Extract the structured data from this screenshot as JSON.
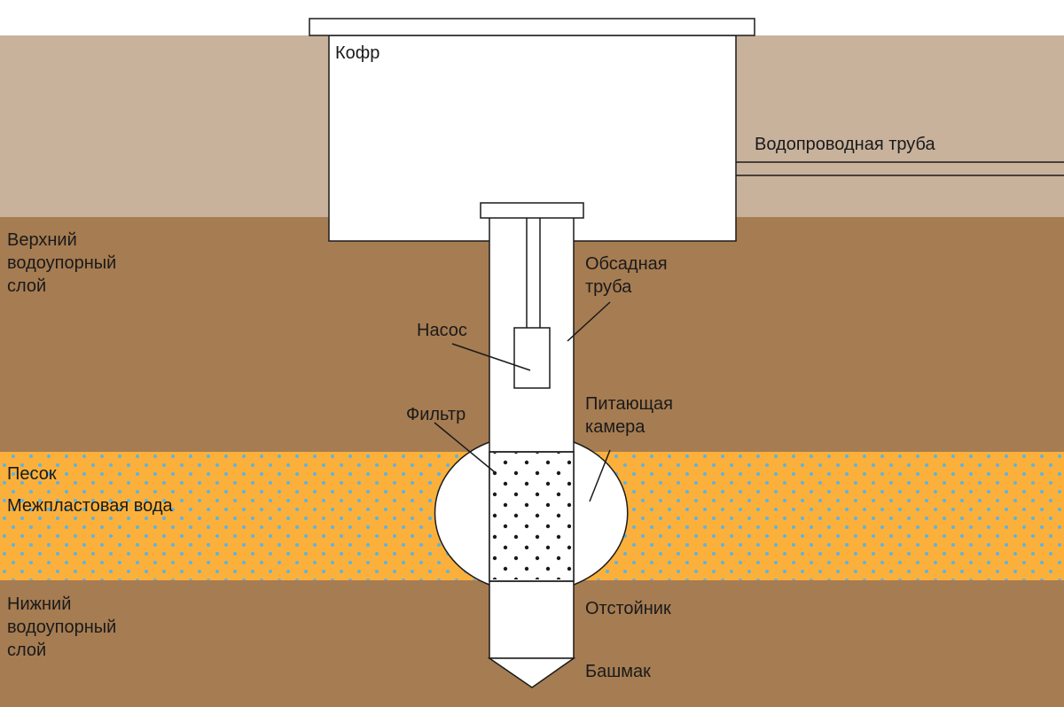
{
  "labels": {
    "casing_box": "Кофр",
    "water_pipe": "Водопроводная труба",
    "upper_layer": [
      "Верхний",
      "водоупорный",
      "слой"
    ],
    "casing_pipe": [
      "Обсадная",
      "труба"
    ],
    "pump": "Насос",
    "filter": "Фильтр",
    "feed_chamber": [
      "Питающая",
      "камера"
    ],
    "sand": "Песок",
    "interlayer_water": "Межпластовая вода",
    "lower_layer": [
      "Нижний",
      "водоупорный",
      "слой"
    ],
    "sump": "Отстойник",
    "shoe": "Башмак"
  },
  "colors": {
    "background": "#ffffff",
    "topsoil": "#c8b29c",
    "clay": "#a67c52",
    "sand": "#fbb03b",
    "water_dots": "#5ab4e6",
    "outline": "#1a1a1a",
    "fill": "#ffffff"
  }
}
